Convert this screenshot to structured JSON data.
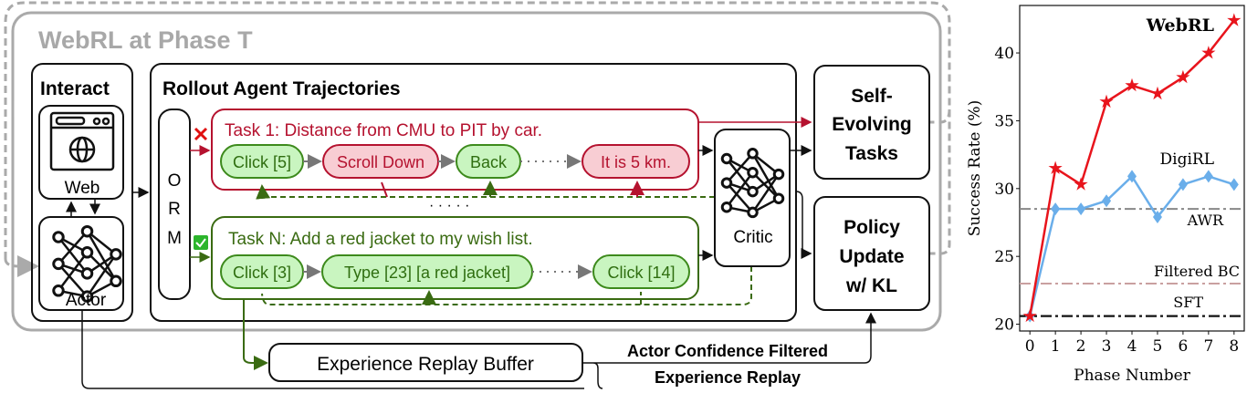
{
  "diagram": {
    "phase_title": "WebRL at Phase T",
    "interact": {
      "title": "Interact",
      "web_label": "Web",
      "actor_label": "Actor"
    },
    "rollout": {
      "title": "Rollout Agent Trajectories",
      "orm_letters": [
        "O",
        "R",
        "M"
      ],
      "task1": {
        "title": "Task 1: Distance from CMU to PIT by car.",
        "status_icon": "red-cross-icon",
        "steps": [
          "Click [5]",
          "Scroll Down",
          "Back",
          "It is 5 km."
        ]
      },
      "ellipsis": "· · · · ·",
      "taskN": {
        "title": "Task N: Add a red jacket to my wish list.",
        "status_icon": "green-check-icon",
        "steps": [
          "Click [3]",
          "Type [23] [a red jacket]",
          "Click [14]"
        ]
      },
      "critic_label": "Critic"
    },
    "self_evolving": [
      "Self-",
      "Evolving",
      "Tasks"
    ],
    "policy_update": [
      "Policy",
      "Update",
      "w/ KL"
    ],
    "replay_buffer": "Experience Replay Buffer",
    "replay_label": [
      "Actor Confidence Filtered",
      "Experience Replay"
    ],
    "colors": {
      "fail": "#b5122f",
      "success": "#3a6b12",
      "pill_green": "#c9f5c0",
      "pill_red": "#f8cdd3",
      "frame": "#a8a8a8"
    }
  },
  "chart_data": {
    "type": "line",
    "xlabel": "Phase Number",
    "ylabel": "Success Rate (%)",
    "xlim": [
      -0.4,
      8.4
    ],
    "ylim": [
      19.5,
      43.5
    ],
    "xticks": [
      0,
      1,
      2,
      3,
      4,
      5,
      6,
      7,
      8
    ],
    "yticks": [
      20,
      25,
      30,
      35,
      40
    ],
    "x": [
      0,
      1,
      2,
      3,
      4,
      5,
      6,
      7,
      8
    ],
    "grid": false,
    "series": [
      {
        "name": "WebRL",
        "color": "#e8141c",
        "marker": "star",
        "values": [
          20.6,
          31.5,
          30.3,
          36.4,
          37.6,
          37.0,
          38.2,
          40.0,
          42.4
        ]
      },
      {
        "name": "DigiRL",
        "color": "#6aaeea",
        "marker": "diamond",
        "values": [
          20.6,
          28.5,
          28.5,
          29.1,
          30.9,
          27.9,
          30.3,
          30.9,
          30.3
        ]
      }
    ],
    "baselines": [
      {
        "name": "AWR",
        "value": 28.5,
        "color": "#888888"
      },
      {
        "name": "Filtered BC",
        "value": 23.0,
        "color": "#c9a0a0"
      },
      {
        "name": "SFT",
        "value": 20.6,
        "color": "#111111"
      }
    ]
  }
}
